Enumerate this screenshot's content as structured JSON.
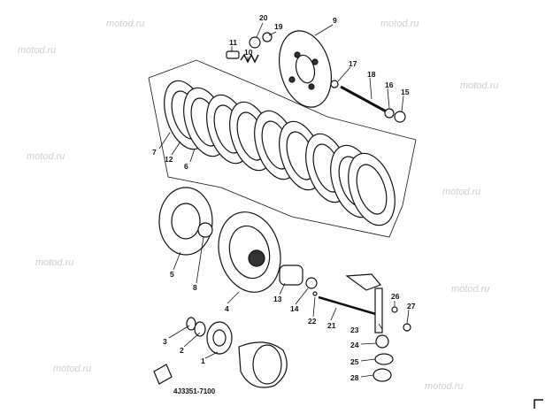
{
  "watermark": "motod.ru",
  "part_code": "4J3351-7100",
  "callouts": [
    "1",
    "2",
    "3",
    "4",
    "5",
    "6",
    "7",
    "8",
    "9",
    "10",
    "11",
    "12",
    "13",
    "14",
    "15",
    "16",
    "17",
    "18",
    "19",
    "20",
    "21",
    "22",
    "23",
    "24",
    "25",
    "26",
    "27",
    "28"
  ]
}
